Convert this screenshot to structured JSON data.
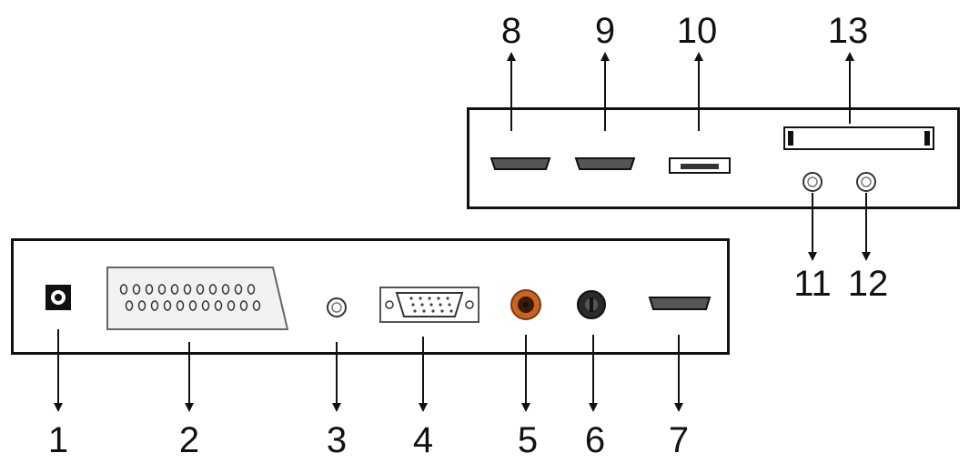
{
  "labels": {
    "p1": "1",
    "p2": "2",
    "p3": "3",
    "p4": "4",
    "p5": "5",
    "p6": "6",
    "p7": "7",
    "p8": "8",
    "p9": "9",
    "p10": "10",
    "p11": "11",
    "p12": "12",
    "p13": "13"
  },
  "colors": {
    "line": "#111111",
    "rca_ring": "#c8641e",
    "scart_fill": "#f2f2f2"
  },
  "icons": {
    "p1": "dc-power-jack-icon",
    "p2": "scart-connector-icon",
    "p3": "audio-jack-icon",
    "p4": "vga-connector-icon",
    "p5": "rca-jack-orange-icon",
    "p6": "rca-jack-black-icon",
    "p7": "hdmi-port-icon",
    "p8": "hdmi-port-icon",
    "p9": "hdmi-port-icon",
    "p10": "usb-port-icon",
    "p11": "audio-jack-icon",
    "p12": "audio-jack-icon",
    "p13": "common-interface-slot-icon"
  }
}
